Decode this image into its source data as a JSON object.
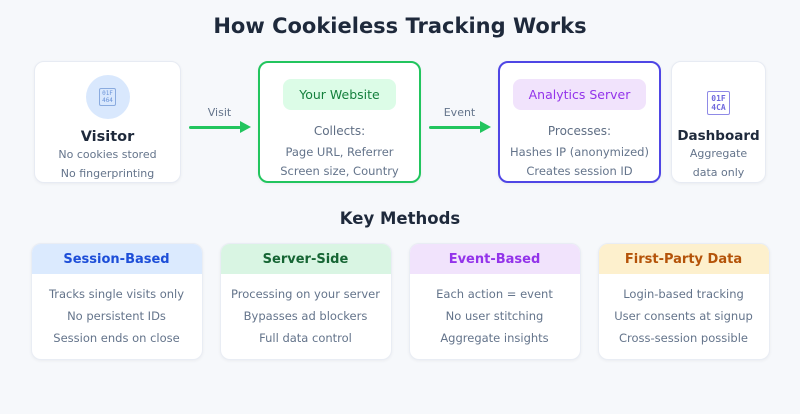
{
  "title": "How Cookieless Tracking Works",
  "flow": {
    "visitor": {
      "icon_glyph_top": "01F",
      "icon_glyph_bottom": "464",
      "label": "Visitor",
      "line1": "No cookies stored",
      "line2": "No fingerprinting"
    },
    "visit_arrow_label": "Visit",
    "website": {
      "badge": "Your Website",
      "heading": "Collects:",
      "line1": "Page URL, Referrer",
      "line2": "Screen size, Country"
    },
    "event_arrow_label": "Event",
    "analytics": {
      "badge": "Analytics Server",
      "heading": "Processes:",
      "line1": "Hashes IP (anonymized)",
      "line2": "Creates session ID"
    },
    "dashboard": {
      "icon_glyph_top": "01F",
      "icon_glyph_bottom": "4CA",
      "label": "Dashboard",
      "line1": "Aggregate",
      "line2": "data only"
    }
  },
  "methods": {
    "heading": "Key Methods",
    "cards": [
      {
        "title": "Session-Based",
        "line1": "Tracks single visits only",
        "line2": "No persistent IDs",
        "line3": "Session ends on close",
        "accent": "#1d4ed8",
        "header_bg": "#dbeafe"
      },
      {
        "title": "Server-Side",
        "line1": "Processing on your server",
        "line2": "Bypasses ad blockers",
        "line3": "Full data control",
        "accent": "#166534",
        "header_bg": "#d9f5e3"
      },
      {
        "title": "Event-Based",
        "line1": "Each action = event",
        "line2": "No user stitching",
        "line3": "Aggregate insights",
        "accent": "#9333ea",
        "header_bg": "#f1e3fc"
      },
      {
        "title": "First-Party Data",
        "line1": "Login-based tracking",
        "line2": "User consents at signup",
        "line3": "Cross-session possible",
        "accent": "#b45309",
        "header_bg": "#fdf0cd"
      }
    ]
  },
  "colors": {
    "background": "#f6f8fb",
    "card_bg": "#ffffff",
    "card_border": "#e7ebf3",
    "title_text": "#1e293b",
    "muted_text": "#64748b",
    "arrow_green": "#22c55e",
    "website_border": "#22c55e",
    "website_badge_bg": "#dcfce7",
    "website_badge_text": "#15803d",
    "analytics_border": "#4f46e5",
    "analytics_badge_bg": "#f1e3fc",
    "analytics_badge_text": "#9333ea",
    "visitor_circle_bg": "#d9e8fd"
  }
}
